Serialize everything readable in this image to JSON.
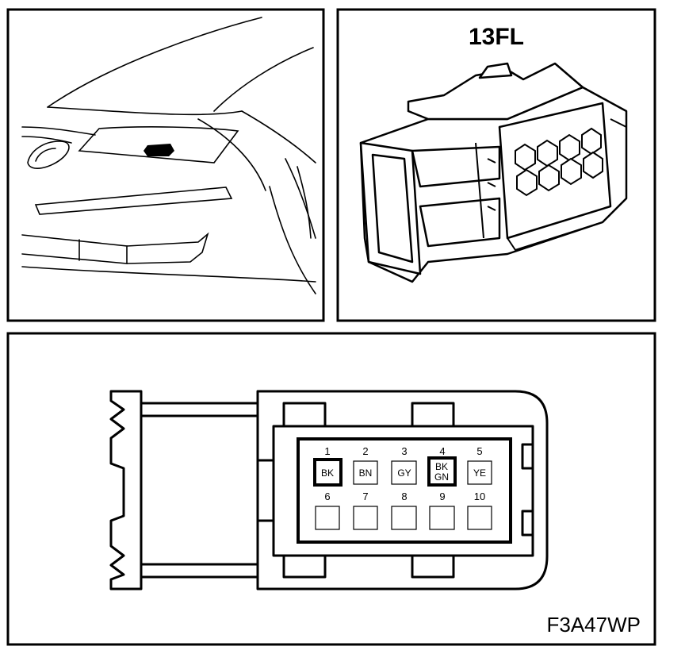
{
  "connector": {
    "title": "13FL",
    "pins_row1": [
      {
        "num": "1",
        "code": "BK",
        "highlight": true
      },
      {
        "num": "2",
        "code": "BN",
        "highlight": false
      },
      {
        "num": "3",
        "code": "GY",
        "highlight": false
      },
      {
        "num": "4",
        "code": "BK GN",
        "code_line1": "BK",
        "code_line2": "GN",
        "highlight": true
      },
      {
        "num": "5",
        "code": "YE",
        "highlight": false
      }
    ],
    "pins_row2": [
      {
        "num": "6"
      },
      {
        "num": "7"
      },
      {
        "num": "8"
      },
      {
        "num": "9"
      },
      {
        "num": "10"
      }
    ]
  },
  "figure_ref": "F3A47WP"
}
